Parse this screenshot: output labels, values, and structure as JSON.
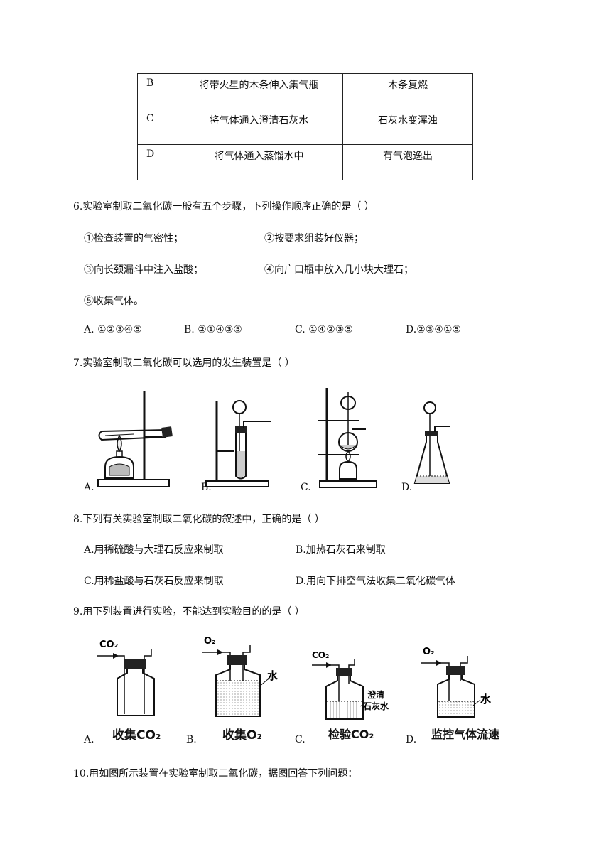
{
  "table": {
    "rows": [
      {
        "letter": "B",
        "operation": "将带火星的木条伸入集气瓶",
        "phenomenon": "木条复燃"
      },
      {
        "letter": "C",
        "operation": "将气体通入澄清石灰水",
        "phenomenon": "石灰水变浑浊"
      },
      {
        "letter": "D",
        "operation": "将气体通入蒸馏水中",
        "phenomenon": "有气泡逸出"
      }
    ]
  },
  "q6": {
    "stem": "6.实验室制取二氧化碳一般有五个步骤，下列操作顺序正确的是（   ）",
    "steps": [
      "①检查装置的气密性；",
      "②按要求组装好仪器；",
      "③向长颈漏斗中注入盐酸；",
      "④向广口瓶中放入几小块大理石；",
      "⑤收集气体。"
    ],
    "options": [
      "A. ①②③④⑤",
      "B. ②①④③⑤",
      "C. ①④②③⑤",
      "D.②③④①⑤"
    ]
  },
  "q7": {
    "stem": "7.实验室制取二氧化碳可以选用的发生装置是（   ）",
    "labels": [
      "A.",
      "B.",
      "C.",
      "D."
    ]
  },
  "q8": {
    "stem": "8.下列有关实验室制取二氧化碳的叙述中，正确的是（   ）",
    "options": [
      "A.用稀硫酸与大理石反应来制取",
      "B.加热石灰石来制取",
      "C.用稀盐酸与石灰石反应来制取",
      "D.用向下排空气法收集二氧化碳气体"
    ]
  },
  "q9": {
    "stem": "9.用下列装置进行实验，不能达到实验目的的是（   ）",
    "labels": [
      "A.",
      "B.",
      "C.",
      "D."
    ],
    "gases": [
      "CO₂",
      "O₂",
      "CO₂",
      "O₂"
    ],
    "captions": [
      "收集CO₂",
      "收集O₂",
      "检验CO₂",
      "监控气体流速"
    ],
    "water_label": "水",
    "limewater_label_1": "澄清",
    "limewater_label_2": "石灰水"
  },
  "q10": {
    "stem": "10.用如图所示装置在实验室制取二氧化碳，据图回答下列问题："
  }
}
